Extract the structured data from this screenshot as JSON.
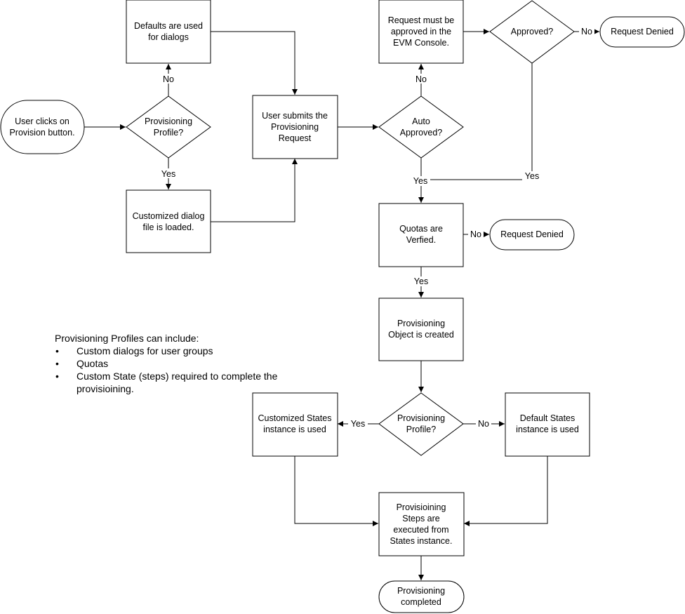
{
  "nodes": {
    "start": {
      "lines": [
        "User clicks on",
        "Provision button."
      ]
    },
    "profile_check": {
      "lines": [
        "Provisioning",
        "Profile?"
      ]
    },
    "defaults_dialogs": {
      "lines": [
        "Defaults are used",
        "for dialogs"
      ]
    },
    "custom_dialog": {
      "lines": [
        "Customized dialog",
        "file is loaded."
      ]
    },
    "submit_request": {
      "lines": [
        "User submits the",
        "Provisioning",
        "Request"
      ]
    },
    "auto_approved": {
      "lines": [
        "Auto",
        "Approved?"
      ]
    },
    "console_approval": {
      "lines": [
        "Request must be",
        "approved in the",
        "EVM Console."
      ]
    },
    "approved": {
      "lines": [
        "Approved?"
      ]
    },
    "denied_approval": {
      "lines": [
        "Request Denied"
      ]
    },
    "quotas": {
      "lines": [
        "Quotas are",
        "Verfied."
      ]
    },
    "denied_quota": {
      "lines": [
        "Request Denied"
      ]
    },
    "object_created": {
      "lines": [
        "Provisioning",
        "Object is created"
      ]
    },
    "profile_check2": {
      "lines": [
        "Provisioning",
        "Profile?"
      ]
    },
    "custom_states": {
      "lines": [
        "Customized States",
        "instance is used"
      ]
    },
    "default_states": {
      "lines": [
        "Default States",
        "instance is used"
      ]
    },
    "steps_executed": {
      "lines": [
        "Provisioining",
        "Steps are",
        "executed from",
        "States instance."
      ]
    },
    "completed": {
      "lines": [
        "Provisioning",
        "completed"
      ]
    }
  },
  "edge_labels": {
    "profile_no": "No",
    "profile_yes": "Yes",
    "auto_no": "No",
    "auto_yes": "Yes",
    "approved_no": "No",
    "approved_yes": "Yes",
    "quota_no": "No",
    "quota_yes": "Yes",
    "profile2_yes": "Yes",
    "profile2_no": "No"
  },
  "note": {
    "title": "Provisioning Profiles can include:",
    "items": [
      "Custom dialogs for user groups",
      "Quotas",
      "Custom State (steps) required to complete the provisioining."
    ]
  }
}
